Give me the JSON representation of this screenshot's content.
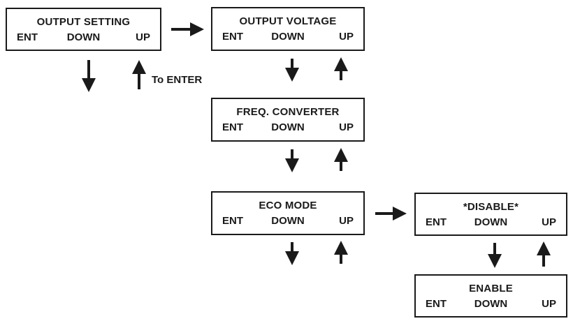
{
  "screens": {
    "output_setting": {
      "title": "OUTPUT SETTING",
      "ent": "ENT",
      "down": "DOWN",
      "up": "UP"
    },
    "output_voltage": {
      "title": "OUTPUT VOLTAGE",
      "ent": "ENT",
      "down": "DOWN",
      "up": "UP"
    },
    "freq_converter": {
      "title": "FREQ. CONVERTER",
      "ent": "ENT",
      "down": "DOWN",
      "up": "UP"
    },
    "eco_mode": {
      "title": "ECO MODE",
      "ent": "ENT",
      "down": "DOWN",
      "up": "UP"
    },
    "disable": {
      "title": "*DISABLE*",
      "ent": "ENT",
      "down": "DOWN",
      "up": "UP"
    },
    "enable": {
      "title": "ENABLE",
      "ent": "ENT",
      "down": "DOWN",
      "up": "UP"
    }
  },
  "labels": {
    "to_enter": "To ENTER"
  },
  "colors": {
    "ink": "#1a1a1a",
    "background": "#ffffff"
  }
}
